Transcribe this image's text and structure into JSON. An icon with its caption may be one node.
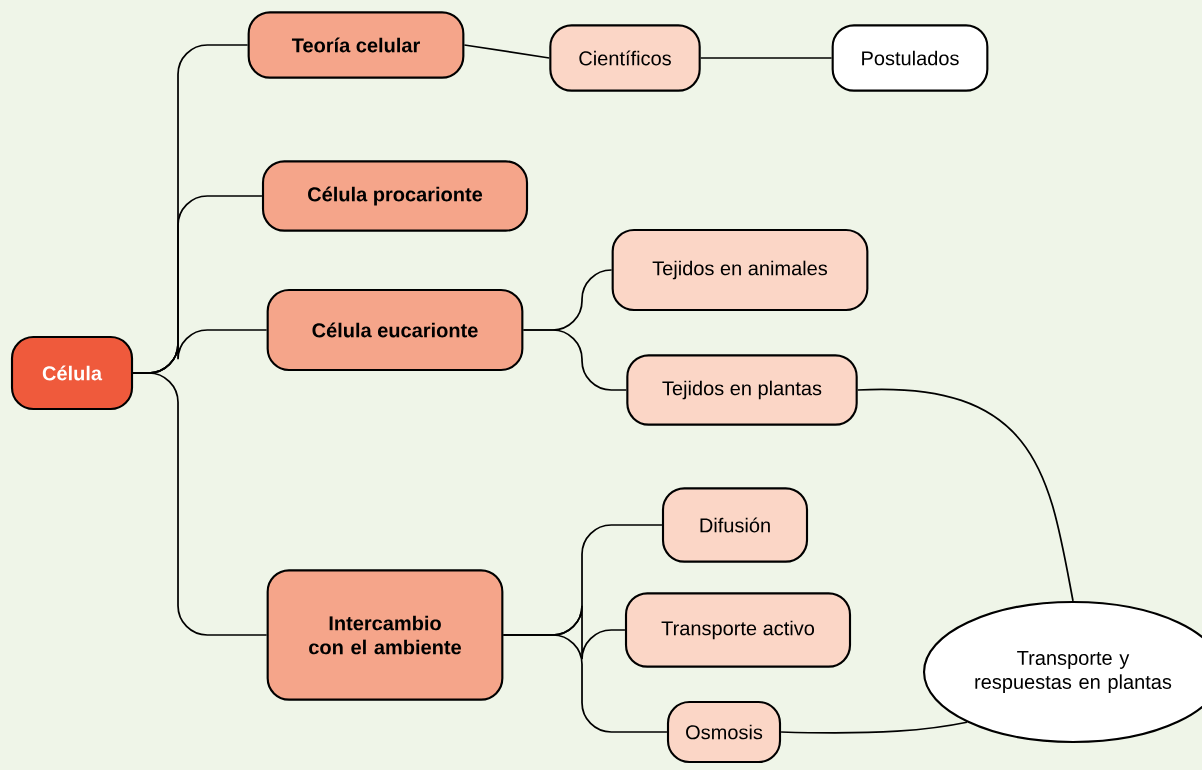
{
  "diagram": {
    "nodes": [
      {
        "text": [
          "Célula"
        ]
      },
      {
        "text": [
          "Teoría celular"
        ]
      },
      {
        "text": [
          "Científicos"
        ]
      },
      {
        "text": [
          "Postulados"
        ]
      },
      {
        "text": [
          "Célula procarionte"
        ]
      },
      {
        "text": [
          "Célula eucarionte"
        ]
      },
      {
        "text": [
          "Tejidos en animales"
        ]
      },
      {
        "text": [
          "Tejidos en plantas"
        ]
      },
      {
        "text": [
          "Intercambio con el ambiente"
        ]
      },
      {
        "text": [
          "Difusión"
        ]
      },
      {
        "text": [
          "Transporte activo"
        ]
      },
      {
        "text": [
          "Osmosis"
        ]
      },
      {
        "text": [
          "Transporte y respuestas en plantas"
        ]
      }
    ],
    "edges": [
      {
        "from": 0,
        "to": 1,
        "arrow": "none"
      },
      {
        "from": 0,
        "to": 4,
        "arrow": "none"
      },
      {
        "from": 0,
        "to": 5,
        "arrow": "none"
      },
      {
        "from": 0,
        "to": 8,
        "arrow": "none"
      },
      {
        "from": 1,
        "to": 2,
        "arrow": "none"
      },
      {
        "from": 2,
        "to": 3,
        "arrow": "none"
      },
      {
        "from": 5,
        "to": 6,
        "arrow": "none"
      },
      {
        "from": 5,
        "to": 7,
        "arrow": "none"
      },
      {
        "from": 8,
        "to": 9,
        "arrow": "none"
      },
      {
        "from": 8,
        "to": 10,
        "arrow": "none"
      },
      {
        "from": 8,
        "to": 11,
        "arrow": "none"
      },
      {
        "from": 7,
        "to": 12,
        "arrow": "none"
      },
      {
        "from": 11,
        "to": 12,
        "arrow": "none"
      }
    ]
  }
}
